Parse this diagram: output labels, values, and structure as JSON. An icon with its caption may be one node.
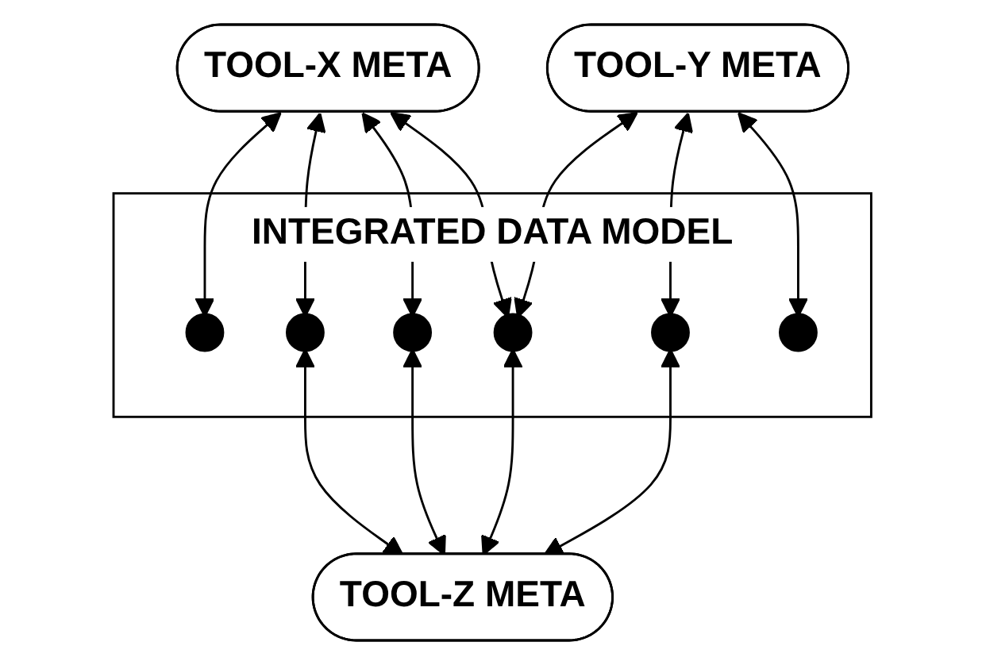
{
  "diagram": {
    "nodes": [
      {
        "text": [
          "TOOL-X META"
        ]
      },
      {
        "text": [
          "TOOL-Y META"
        ]
      },
      {
        "text": [
          "INTEGRATED DATA MODEL"
        ]
      },
      {
        "text": [],
        "shape": "circle",
        "in": 2
      },
      {
        "text": [],
        "shape": "circle",
        "in": 2
      },
      {
        "text": [],
        "shape": "circle",
        "in": 2
      },
      {
        "text": [],
        "shape": "circle",
        "in": 2
      },
      {
        "text": [],
        "shape": "circle",
        "in": 2
      },
      {
        "text": [],
        "shape": "circle",
        "in": 2
      },
      {
        "text": [
          "TOOL-Z META"
        ]
      }
    ],
    "edges": [
      {
        "from": 0,
        "to": 3,
        "arrow": "both"
      },
      {
        "from": 0,
        "to": 4,
        "arrow": "both"
      },
      {
        "from": 4,
        "to": 9,
        "arrow": "both"
      },
      {
        "from": 0,
        "to": 5,
        "arrow": "both"
      },
      {
        "from": 5,
        "to": 9,
        "arrow": "both"
      },
      {
        "from": 0,
        "to": 6,
        "arrow": "both"
      },
      {
        "from": 6,
        "to": 9,
        "arrow": "both"
      },
      {
        "from": 1,
        "to": 6,
        "arrow": "both"
      },
      {
        "from": 1,
        "to": 7,
        "arrow": "both"
      },
      {
        "from": 7,
        "to": 9,
        "arrow": "both"
      },
      {
        "from": 1,
        "to": 8,
        "arrow": "both"
      }
    ]
  }
}
